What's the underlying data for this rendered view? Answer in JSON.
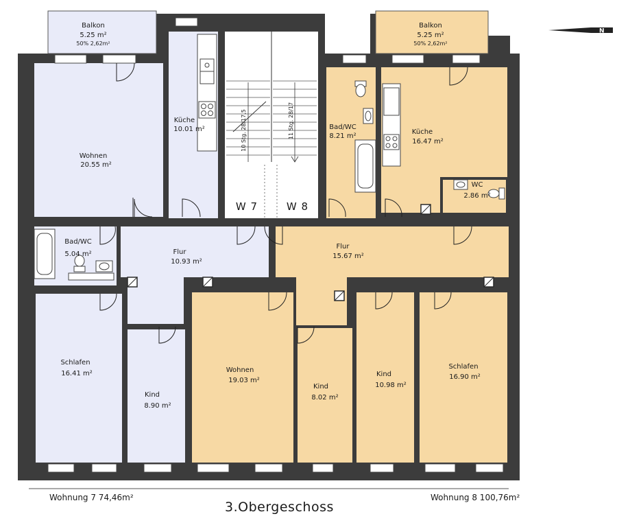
{
  "colors": {
    "unit7": "#e9ebf9",
    "unit8": "#f7d9a4",
    "wall": "#3c3c3c",
    "stair": "#ffffff"
  },
  "rooms": [
    {
      "id": "balkon-7",
      "name": "Balkon",
      "area": "5.25",
      "unit": "m²",
      "note": "50% 2,62m²"
    },
    {
      "id": "balkon-8",
      "name": "Balkon",
      "area": "5.25",
      "unit": "m²",
      "note": "50% 2,62m²"
    },
    {
      "id": "wohnen-7",
      "name": "Wohnen",
      "area": "20.55",
      "unit": "m²"
    },
    {
      "id": "kueche-7",
      "name": "Küche",
      "area": "10.01",
      "unit": "m²"
    },
    {
      "id": "badwc-8",
      "name": "Bad/WC",
      "area": "8.21",
      "unit": "m²"
    },
    {
      "id": "kueche-8",
      "name": "Küche",
      "area": "16.47",
      "unit": "m²"
    },
    {
      "id": "wc-8",
      "name": "WC",
      "area": "2.86",
      "unit": "m²"
    },
    {
      "id": "badwc-7",
      "name": "Bad/WC",
      "area": "5.04",
      "unit": "m²"
    },
    {
      "id": "flur-7",
      "name": "Flur",
      "area": "10.93",
      "unit": "m²"
    },
    {
      "id": "flur-8",
      "name": "Flur",
      "area": "15.67",
      "unit": "m²"
    },
    {
      "id": "schlafen-7",
      "name": "Schlafen",
      "area": "16.41",
      "unit": "m²"
    },
    {
      "id": "kind-7",
      "name": "Kind",
      "area": "8.90",
      "unit": "m²"
    },
    {
      "id": "wohnen-8",
      "name": "Wohnen",
      "area": "19.03",
      "unit": "m²"
    },
    {
      "id": "kind-8a",
      "name": "Kind",
      "area": "8.02",
      "unit": "m²"
    },
    {
      "id": "kind-8b",
      "name": "Kind",
      "area": "10.98",
      "unit": "m²"
    },
    {
      "id": "schlafen-8",
      "name": "Schlafen",
      "area": "16.90",
      "unit": "m²"
    }
  ],
  "stairs": {
    "left": "10 Stg. 28/17,5",
    "right": "11 Stg. 28/17"
  },
  "units": {
    "w7_tag": "W 7",
    "w8_tag": "W 8",
    "w7_footer": "Wohnung  7    74,46m²",
    "w8_footer": "Wohnung  8     100,76m²"
  },
  "floor_title": "3.Obergeschoss",
  "north_label": "N",
  "icons": [
    "north-arrow-icon",
    "toilet-icon",
    "sink-icon",
    "bathtub-icon",
    "stove-icon",
    "door-swing-icon",
    "shaft-icon"
  ]
}
